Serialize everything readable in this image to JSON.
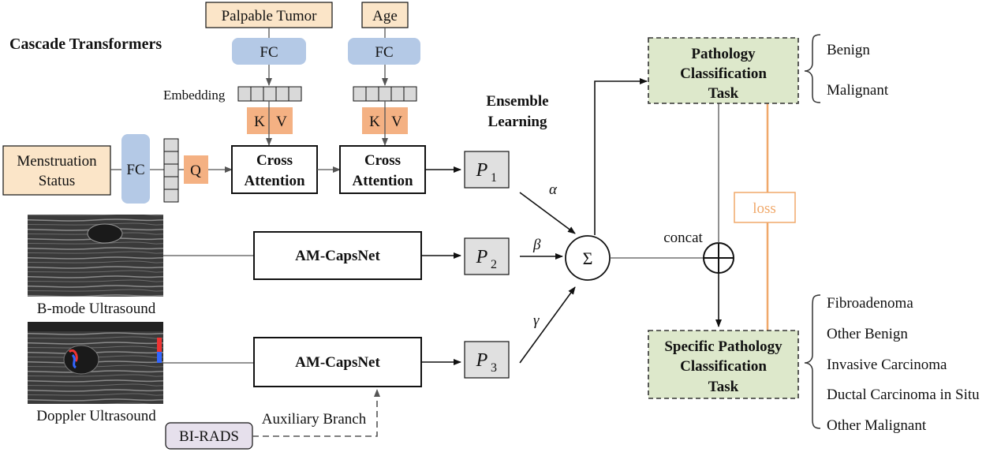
{
  "inputs": {
    "palpable_tumor": "Palpable Tumor",
    "age": "Age",
    "menstruation_status_line1": "Menstruation",
    "menstruation_status_line2": "Status",
    "bi_rads": "BI-RADS"
  },
  "labels": {
    "cascade_transformers": "Cascade Transformers",
    "embedding": "Embedding",
    "fc": "FC",
    "q": "Q",
    "k": "K",
    "v": "V",
    "cross_attention_line1": "Cross",
    "cross_attention_line2": "Attention",
    "ensemble_learning_line1": "Ensemble",
    "ensemble_learning_line2": "Learning",
    "am_capsnet": "AM-CapsNet",
    "b_mode": "B-mode Ultrasound",
    "doppler": "Doppler Ultrasound",
    "auxiliary_branch": "Auxiliary Branch",
    "concat": "concat",
    "loss": "loss",
    "sum_symbol": "Σ",
    "alpha": "α",
    "beta": "β",
    "gamma": "γ"
  },
  "predictions": [
    {
      "symbol": "P",
      "sub": "1"
    },
    {
      "symbol": "P",
      "sub": "2"
    },
    {
      "symbol": "P",
      "sub": "3"
    }
  ],
  "tasks": {
    "pathology_line1": "Pathology",
    "pathology_line2": "Classification",
    "pathology_line3": "Task",
    "specific_line1": "Specific Pathology",
    "specific_line2": "Classification",
    "specific_line3": "Task"
  },
  "pathology_classes": [
    "Benign",
    "Malignant"
  ],
  "specific_classes": [
    "Fibroadenoma",
    "Other Benign",
    "Invasive Carcinoma",
    "Ductal Carcinoma in Situ",
    "Other Malignant"
  ],
  "colors": {
    "input_fill": "#fbe5c8",
    "fc_fill": "#b4c9e6",
    "kv_fill": "#f4b183",
    "task_fill": "#dde8cb",
    "p_fill": "#e0e0e0",
    "birads_fill": "#e6e0ec",
    "loss_color": "#f0a86a"
  }
}
